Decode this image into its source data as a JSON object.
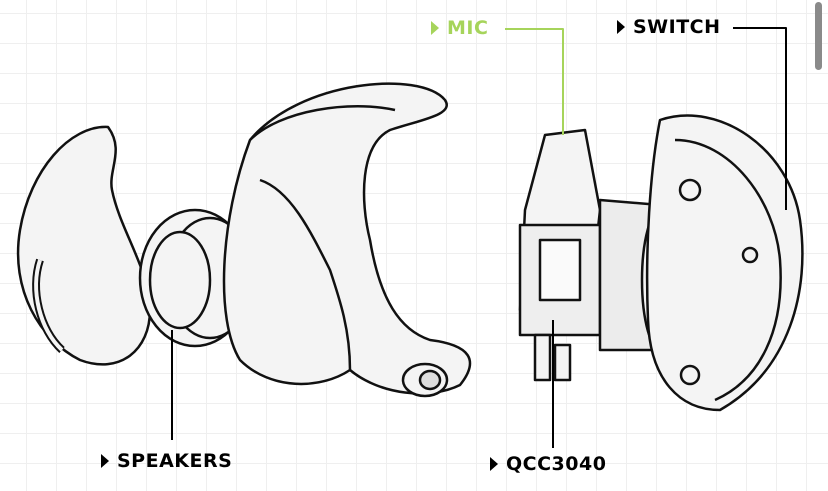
{
  "labels": {
    "mic": "MIC",
    "switch": "SWITCH",
    "speakers": "SPEAKERS",
    "chip": "QCC3040"
  },
  "colors": {
    "mic": "#a6d45b",
    "line": "#000000"
  }
}
